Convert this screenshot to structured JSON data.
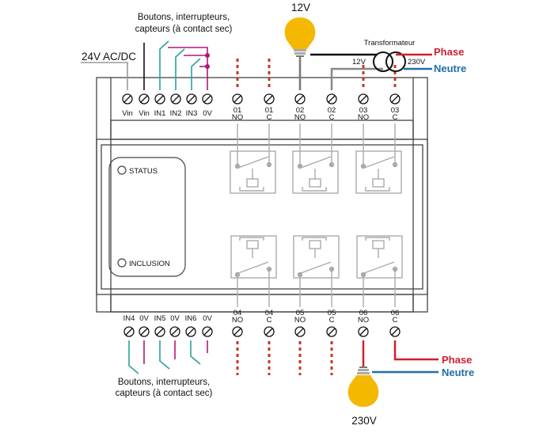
{
  "top_caption": [
    "Boutons, interrupteurs,",
    "capteurs (à contact sec)"
  ],
  "bottom_caption": [
    "Boutons, interrupteurs,",
    "capteurs (à contact sec)"
  ],
  "supply_label": "24V AC/DC",
  "lamp_top_label": "12V",
  "lamp_bottom_label": "230V",
  "transformer": {
    "title": "Transformateur",
    "primary": "230V",
    "secondary": "12V"
  },
  "phase_label": "Phase",
  "neutral_label": "Neutre",
  "top_terminals": [
    "Vin",
    "Vin",
    "IN1",
    "IN2",
    "IN3",
    "0V"
  ],
  "top_relays": [
    [
      "01",
      "NO"
    ],
    [
      "01",
      "C"
    ],
    [
      "02",
      "NO"
    ],
    [
      "02",
      "C"
    ],
    [
      "03",
      "NO"
    ],
    [
      "03",
      "C"
    ]
  ],
  "bottom_terminals": [
    "IN4",
    "0V",
    "IN5",
    "0V",
    "IN6",
    "0V"
  ],
  "bottom_relays": [
    [
      "04",
      "NO"
    ],
    [
      "04",
      "C"
    ],
    [
      "05",
      "NO"
    ],
    [
      "05",
      "C"
    ],
    [
      "06",
      "NO"
    ],
    [
      "06",
      "C"
    ]
  ],
  "status_label": "STATUS",
  "inclusion_label": "INCLUSION",
  "colors": {
    "phase": "#d01f2e",
    "neutral": "#1f6fa8",
    "input_wire": "#2aa39a",
    "common_wire": "#b0177a",
    "dotted": "#c0392b",
    "housing": "#444444",
    "relay": "#aaaaaa",
    "lamp": "#f5b800"
  }
}
